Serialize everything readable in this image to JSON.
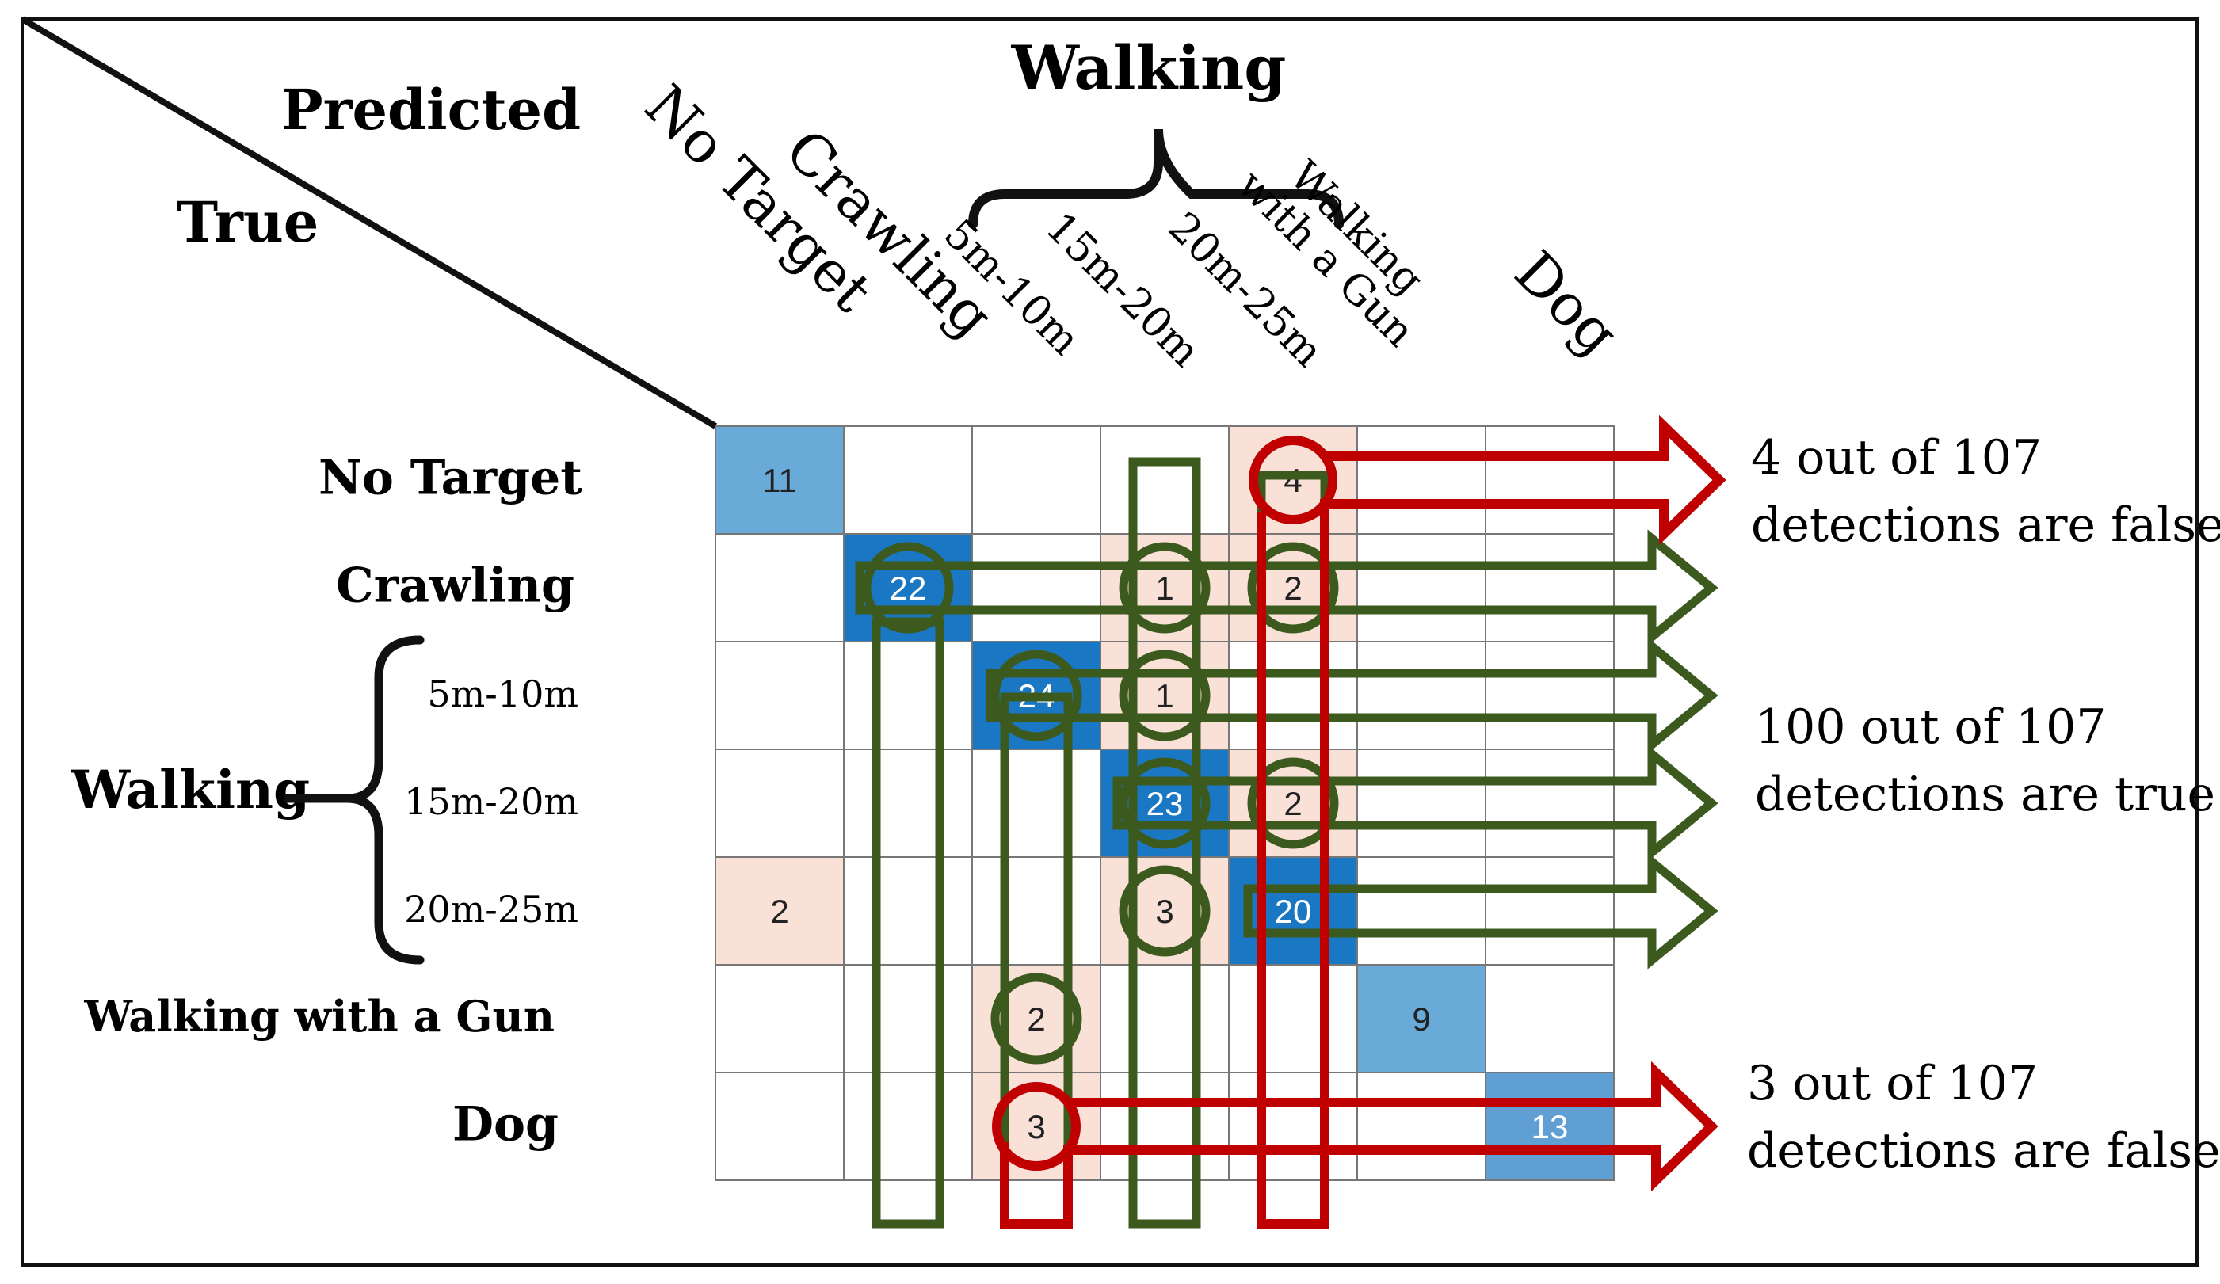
{
  "corner": {
    "predicted_label": "Predicted",
    "true_label": "True"
  },
  "column_group_label": "Walking",
  "column_labels": [
    {
      "key": "no-target",
      "lines": [
        "No Target"
      ]
    },
    {
      "key": "crawling",
      "lines": [
        "Crawling"
      ]
    },
    {
      "key": "walk-5-10",
      "lines": [
        "5m-10m"
      ]
    },
    {
      "key": "walk-15-20",
      "lines": [
        "15m-20m"
      ]
    },
    {
      "key": "walk-20-25",
      "lines": [
        "20m-25m"
      ]
    },
    {
      "key": "walk-gun",
      "lines": [
        "Walking",
        "with a Gun"
      ]
    },
    {
      "key": "dog",
      "lines": [
        "Dog"
      ]
    }
  ],
  "row_group_label": "Walking",
  "row_labels": [
    "No Target",
    "Crawling",
    "5m-10m",
    "15m-20m",
    "20m-25m",
    "Walking with a Gun",
    "Dog"
  ],
  "matrix": [
    [
      11,
      null,
      null,
      null,
      4,
      null,
      null
    ],
    [
      null,
      22,
      null,
      1,
      2,
      null,
      null
    ],
    [
      null,
      null,
      24,
      1,
      null,
      null,
      null
    ],
    [
      null,
      null,
      null,
      23,
      2,
      null,
      null
    ],
    [
      2,
      null,
      null,
      3,
      20,
      null,
      null
    ],
    [
      null,
      null,
      2,
      null,
      null,
      9,
      null
    ],
    [
      null,
      null,
      3,
      null,
      null,
      null,
      13
    ]
  ],
  "colors": {
    "diag_strong": "#1a77c4",
    "diag_medium": "#6aaad8",
    "off_diag": "#f9e1d8",
    "grid": "#555555",
    "true_highlight": "#3d5a1e",
    "false_highlight": "#c00000",
    "border": "#111111"
  },
  "annotations": {
    "false_top": [
      "4 out of 107",
      "detections are false"
    ],
    "true_middle": [
      "100 out of 107",
      "detections are true"
    ],
    "false_bottom": [
      "3 out of 107",
      "detections are false"
    ]
  }
}
